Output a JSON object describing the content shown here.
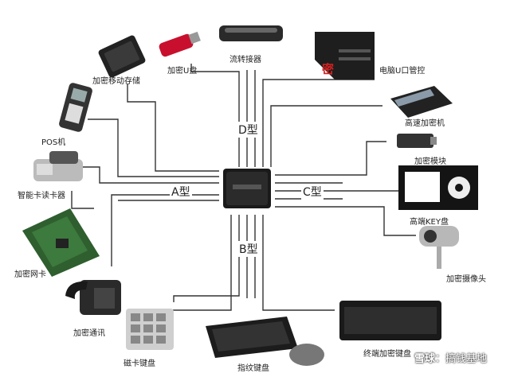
{
  "center": {
    "chip_text": ""
  },
  "groups": {
    "A": "A型",
    "B": "B型",
    "C": "C型",
    "D": "D型"
  },
  "devices": [
    {
      "id": "mobile-storage",
      "label": "加密移动存储",
      "group": "A"
    },
    {
      "id": "usb-drive",
      "label": "加密U盘",
      "group": "D"
    },
    {
      "id": "transfer-device",
      "label": "流转接器",
      "group": "D"
    },
    {
      "id": "pc-usb-control",
      "label": "电脑U口管控",
      "group": "D"
    },
    {
      "id": "pos",
      "label": "POS机",
      "group": "A"
    },
    {
      "id": "smartcard-reader",
      "label": "智能卡读卡器",
      "group": "A"
    },
    {
      "id": "network-card",
      "label": "加密网卡",
      "group": "A"
    },
    {
      "id": "phone",
      "label": "加密通讯",
      "group": "B"
    },
    {
      "id": "magstripe-keyboard",
      "label": "磁卡键盘",
      "group": "B"
    },
    {
      "id": "fingerprint-keyboard",
      "label": "指纹键盘",
      "group": "B"
    },
    {
      "id": "terminal-keyboard",
      "label": "终端加密键盘",
      "group": "B"
    },
    {
      "id": "high-speed-encryptor",
      "label": "高速加密机",
      "group": "C"
    },
    {
      "id": "encryption-module",
      "label": "加密模块",
      "group": "C"
    },
    {
      "id": "key-disk",
      "label": "高端KEY盘",
      "group": "C"
    },
    {
      "id": "camera",
      "label": "加密摄像头",
      "group": "C"
    }
  ],
  "stamp": "密",
  "watermark": {
    "brand": "雪球",
    "separator": "：",
    "author": "搞钱基地"
  },
  "colors": {
    "line": "#333333",
    "chip": "#1a1a1a",
    "stamp": "#d42020"
  }
}
